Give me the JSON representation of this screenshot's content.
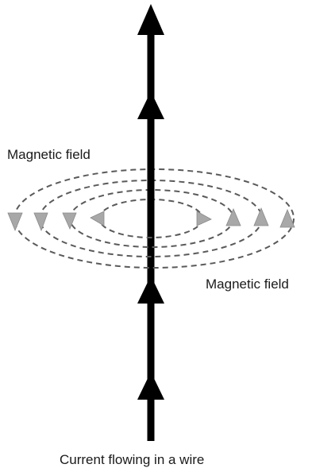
{
  "labels": {
    "field_top": "Magnetic field",
    "field_bottom": "Magnetic field",
    "caption": "Current flowing in a wire"
  },
  "colors": {
    "wire": "#000000",
    "field_lines": "#5a5a5a",
    "field_arrows": "#a8a8a8",
    "text": "#1a1a1a"
  },
  "components": {
    "wire": "current-carrying-wire",
    "field_line_count": 4,
    "current_arrow_count": 4
  }
}
